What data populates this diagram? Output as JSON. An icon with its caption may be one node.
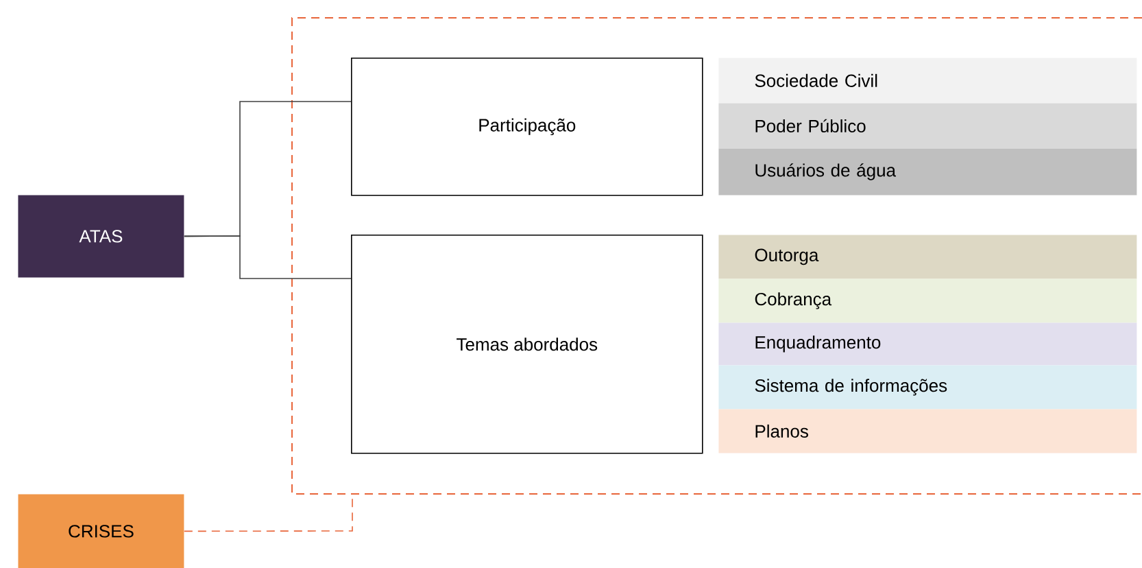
{
  "diagram": {
    "nodes": [
      {
        "text": [
          "ATAS"
        ]
      },
      {
        "text": [],
        "shape": "box"
      },
      {
        "text": [
          "Participação"
        ],
        "in": 1
      },
      {
        "text": [
          "Sociedade Civil"
        ],
        "in": 1
      },
      {
        "text": [
          "Poder Público"
        ],
        "in": 1
      },
      {
        "text": [
          "Usuários de água"
        ],
        "in": 1
      },
      {
        "text": [
          "Temas abordados"
        ],
        "in": 1
      },
      {
        "text": [
          "Outorga"
        ],
        "in": 1
      },
      {
        "text": [
          "Cobrança"
        ],
        "in": 1
      },
      {
        "text": [
          "Enquadramento"
        ],
        "in": 1
      },
      {
        "text": [
          "Sistema de informações"
        ],
        "in": 1
      },
      {
        "text": [
          "Planos"
        ],
        "in": 1
      },
      {
        "text": [
          "CRISES"
        ]
      }
    ],
    "edges": [
      {
        "from": 0,
        "to": 2,
        "arrow": "none"
      },
      {
        "from": 0,
        "to": 6,
        "arrow": "none"
      },
      {
        "from": 12,
        "to": 1,
        "arrow": "none",
        "style": "dashed",
        "color": "#e8653a"
      }
    ]
  }
}
